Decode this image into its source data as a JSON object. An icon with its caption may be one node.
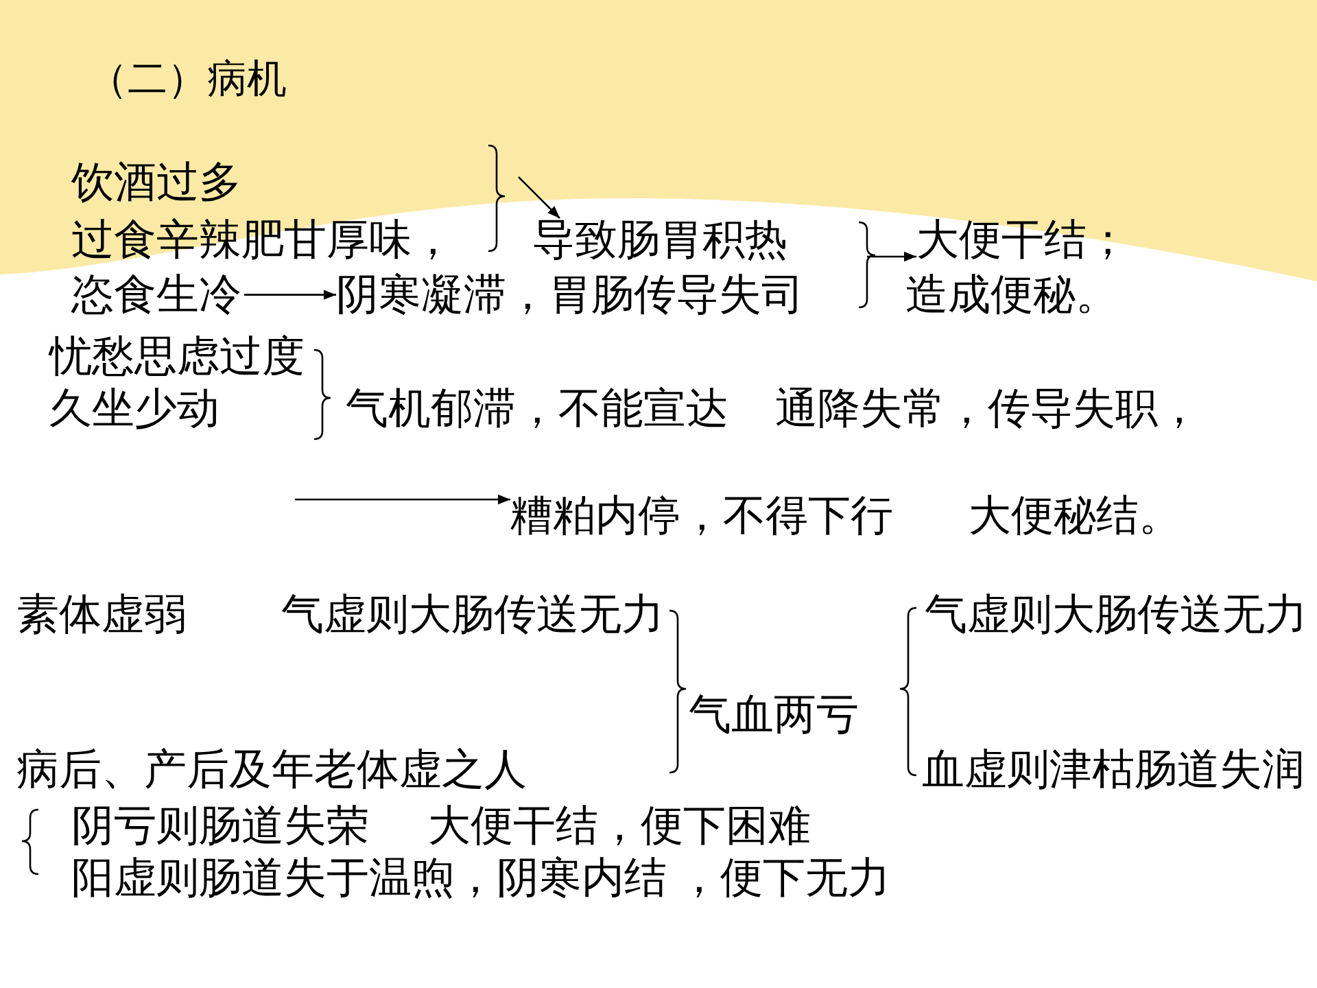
{
  "diagram": {
    "title": "（二）病机",
    "nodes": [
      {
        "text": [
          "导致肠胃积热"
        ]
      },
      {
        "text": [
          "大便干结；"
        ]
      },
      {
        "text": [
          "恣食生冷"
        ]
      },
      {
        "text": [
          "阴寒凝滞，胃肠传导失司"
        ]
      },
      {
        "text": [
          "糟粕内停，不得下行"
        ]
      }
    ],
    "edges": [
      {
        "from": null,
        "to": 0,
        "arrow": "to"
      },
      {
        "from": null,
        "to": 1,
        "arrow": "to"
      },
      {
        "from": 2,
        "to": 3,
        "arrow": "to"
      },
      {
        "from": null,
        "to": 4,
        "arrow": "to"
      }
    ],
    "labels": [
      "饮酒过多",
      "过食辛辣肥甘厚味，",
      "造成便秘。",
      "忧愁思虑过度",
      "久坐少动",
      "气机郁滞，不能宣达",
      "通降失常，传导失职，",
      "大便秘结。",
      "素体虚弱",
      "气虚则大肠传送无力",
      "气虚则大肠传送无力",
      "气血两亏",
      "病后、产后及年老体虚之人",
      "血虚则津枯肠道失润",
      "阴亏则肠道失荣",
      "大便干结，便下困难",
      "阳虚则肠道失于温煦，阴寒内结 ，便下无力"
    ]
  }
}
